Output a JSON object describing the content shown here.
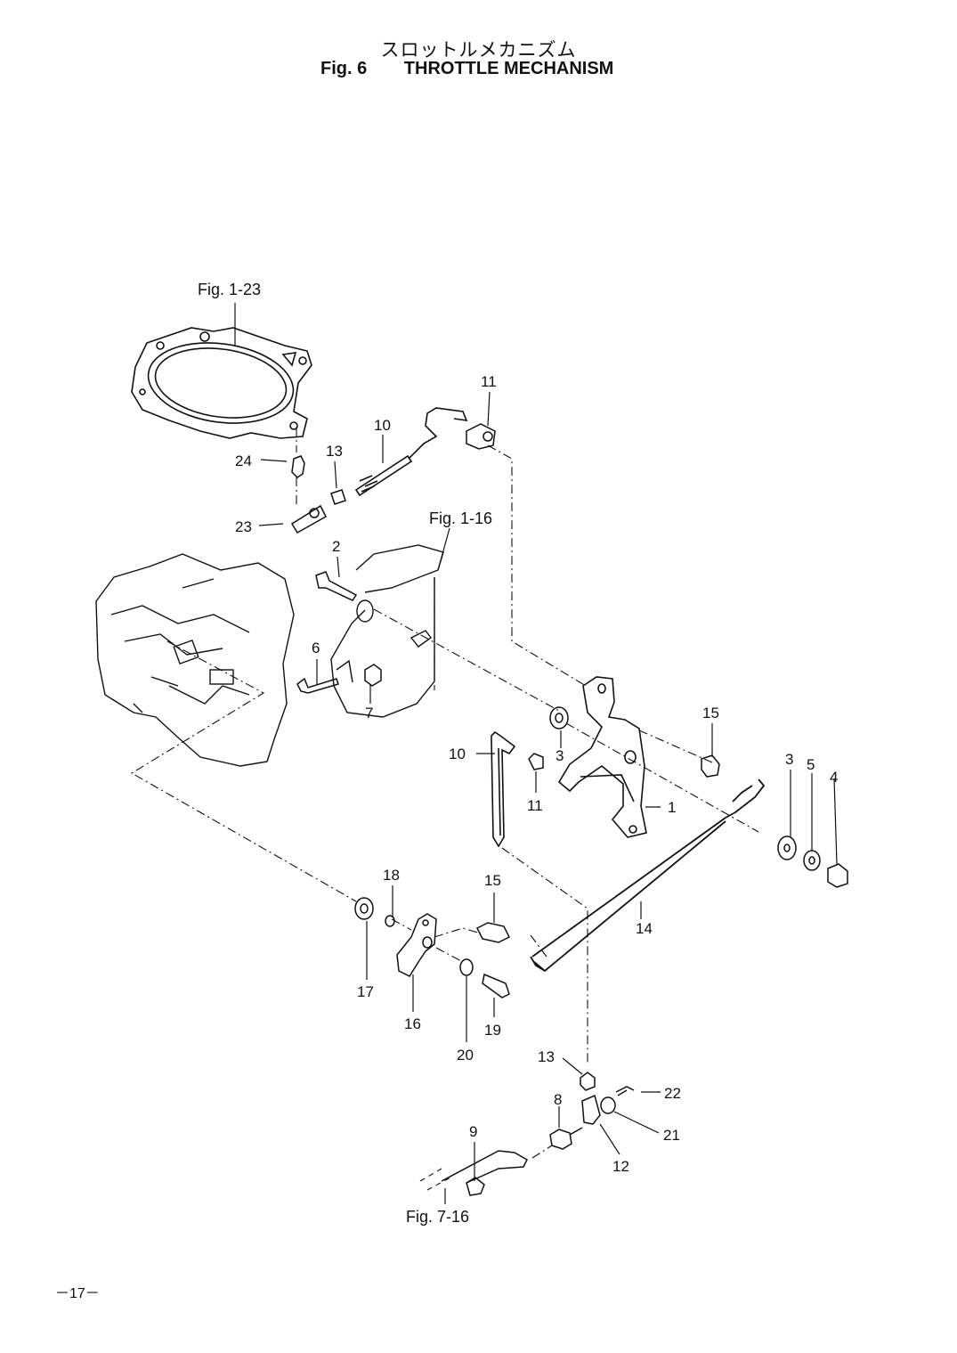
{
  "title": {
    "japanese": "スロットルメカニズム",
    "figure_number": "Fig. 6",
    "english": "THROTTLE MECHANISM"
  },
  "figure_references": {
    "ref_1_23": "Fig. 1-23",
    "ref_1_16": "Fig. 1-16",
    "ref_7_16": "Fig. 7-16"
  },
  "callouts": {
    "c1": "1",
    "c2": "2",
    "c3a": "3",
    "c3b": "3",
    "c4": "4",
    "c5": "5",
    "c6": "6",
    "c7": "7",
    "c8": "8",
    "c9": "9",
    "c10a": "10",
    "c10b": "10",
    "c11a": "11",
    "c11b": "11",
    "c12": "12",
    "c13a": "13",
    "c13b": "13",
    "c14": "14",
    "c15a": "15",
    "c15b": "15",
    "c16": "16",
    "c17": "17",
    "c18": "18",
    "c19": "19",
    "c20": "20",
    "c21": "21",
    "c22": "22",
    "c23": "23",
    "c24": "24"
  },
  "page_number": "－17－"
}
